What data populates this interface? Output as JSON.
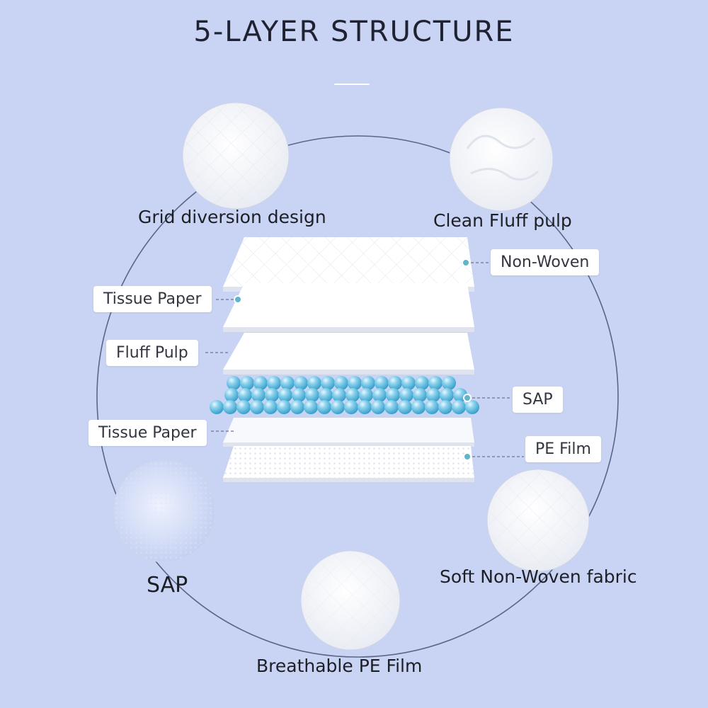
{
  "title": "5-LAYER STRUCTURE",
  "features": {
    "grid": "Grid diversion design",
    "fluff": "Clean Fluff pulp",
    "sap": "SAP",
    "soft": "Soft Non-Woven fabric",
    "breathable": "Breathable PE Film"
  },
  "layer_tags": {
    "non_woven": "Non-Woven",
    "tissue_top": "Tissue Paper",
    "fluff_pulp": "Fluff Pulp",
    "sap": "SAP",
    "tissue_bottom": "Tissue Paper",
    "pe_film": "PE Film"
  },
  "colors": {
    "background": "#c9d4f4",
    "sap_bead": "#4fb3d9",
    "ring": "#5a6688"
  }
}
